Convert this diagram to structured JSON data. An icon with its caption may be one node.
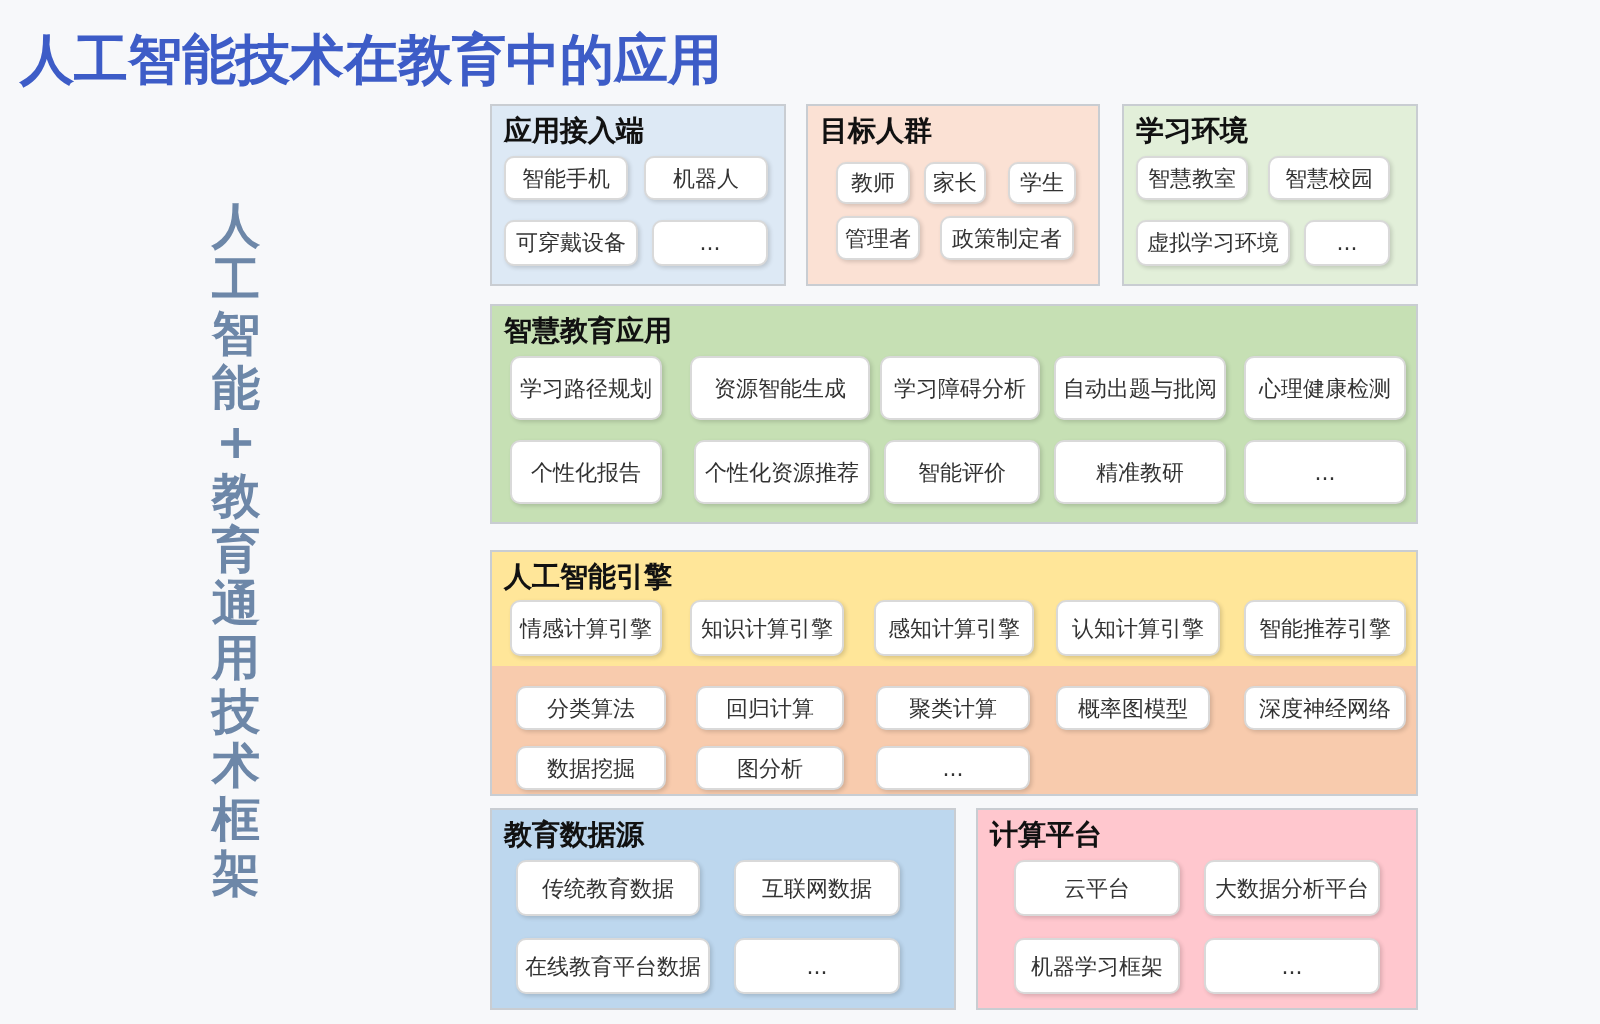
{
  "diagram": {
    "title": "人工智能技术在教育中的应用",
    "nodes": [
      {
        "text": [
          "应用接入端"
        ]
      },
      {
        "text": [
          "智能手机"
        ],
        "in": 0
      },
      {
        "text": [
          "机器人"
        ],
        "in": 0
      },
      {
        "text": [
          "可穿戴设备"
        ],
        "in": 0
      },
      {
        "text": [
          "..."
        ],
        "in": 0
      },
      {
        "text": [
          "目标人群"
        ]
      },
      {
        "text": [
          "教师"
        ],
        "in": 5
      },
      {
        "text": [
          "家长"
        ],
        "in": 5
      },
      {
        "text": [
          "学生"
        ],
        "in": 5
      },
      {
        "text": [
          "管理者"
        ],
        "in": 5
      },
      {
        "text": [
          "政策制定者"
        ],
        "in": 5
      },
      {
        "text": [
          "学习环境"
        ]
      },
      {
        "text": [
          "智慧教室"
        ],
        "in": 11
      },
      {
        "text": [
          "智慧校园"
        ],
        "in": 11
      },
      {
        "text": [
          "虚拟学习环境"
        ],
        "in": 11
      },
      {
        "text": [
          "..."
        ],
        "in": 11
      },
      {
        "text": [
          "智慧教育应用"
        ]
      },
      {
        "text": [
          "学习路径规划"
        ],
        "in": 16
      },
      {
        "text": [
          "资源智能生成"
        ],
        "in": 16
      },
      {
        "text": [
          "学习障碍分析"
        ],
        "in": 16
      },
      {
        "text": [
          "自动出题与批阅"
        ],
        "in": 16
      },
      {
        "text": [
          "心理健康检测"
        ],
        "in": 16
      },
      {
        "text": [
          "个性化报告"
        ],
        "in": 16
      },
      {
        "text": [
          "个性化资源推荐"
        ],
        "in": 16
      },
      {
        "text": [
          "智能评价"
        ],
        "in": 16
      },
      {
        "text": [
          "精准教研"
        ],
        "in": 16
      },
      {
        "text": [
          "..."
        ],
        "in": 16
      },
      {
        "text": [
          "人工智能引擎"
        ]
      },
      {
        "text": [
          "情感计算引擎"
        ],
        "in": 27
      },
      {
        "text": [
          "知识计算引擎"
        ],
        "in": 27
      },
      {
        "text": [
          "感知计算引擎"
        ],
        "in": 27
      },
      {
        "text": [
          "认知计算引擎"
        ],
        "in": 27
      },
      {
        "text": [
          "智能推荐引擎"
        ],
        "in": 27
      },
      {
        "text": [],
        "shape": "box",
        "in": 27
      },
      {
        "text": [
          "分类算法"
        ],
        "in": 33
      },
      {
        "text": [
          "回归计算"
        ],
        "in": 33
      },
      {
        "text": [
          "聚类计算"
        ],
        "in": 33
      },
      {
        "text": [
          "概率图模型"
        ],
        "in": 33
      },
      {
        "text": [
          "深度神经网络"
        ],
        "in": 33
      },
      {
        "text": [
          "数据挖掘"
        ],
        "in": 33
      },
      {
        "text": [
          "图分析"
        ],
        "in": 33
      },
      {
        "text": [
          "..."
        ],
        "in": 33
      },
      {
        "text": [
          "教育数据源"
        ]
      },
      {
        "text": [
          "传统教育数据"
        ],
        "in": 42
      },
      {
        "text": [
          "互联网数据"
        ],
        "in": 42
      },
      {
        "text": [
          "在线教育平台数据"
        ],
        "in": 42
      },
      {
        "text": [
          "..."
        ],
        "in": 42
      },
      {
        "text": [
          "计算平台"
        ]
      },
      {
        "text": [
          "云平台"
        ],
        "in": 47
      },
      {
        "text": [
          "大数据分析平台"
        ],
        "in": 47
      },
      {
        "text": [
          "机器学习框架"
        ],
        "in": 47
      },
      {
        "text": [
          "..."
        ],
        "in": 47
      }
    ],
    "labels": [
      "人工智能+教育通用技术框架"
    ]
  }
}
